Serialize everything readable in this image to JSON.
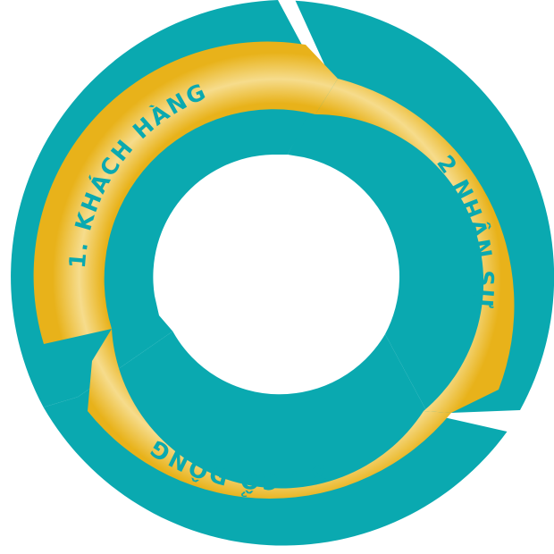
{
  "diagram": {
    "type": "cycle",
    "colors": {
      "ring": "#0aa9b0",
      "band_dark": "#e8b21a",
      "band_light": "#f6dc8c",
      "text": "#0aa9b0",
      "background": "#ffffff"
    },
    "stages": [
      {
        "label": "1. KHÁCH HÀNG"
      },
      {
        "label": "2 NHÂN SỰ"
      },
      {
        "label": "3 . CỔ ĐÔNG"
      }
    ]
  }
}
